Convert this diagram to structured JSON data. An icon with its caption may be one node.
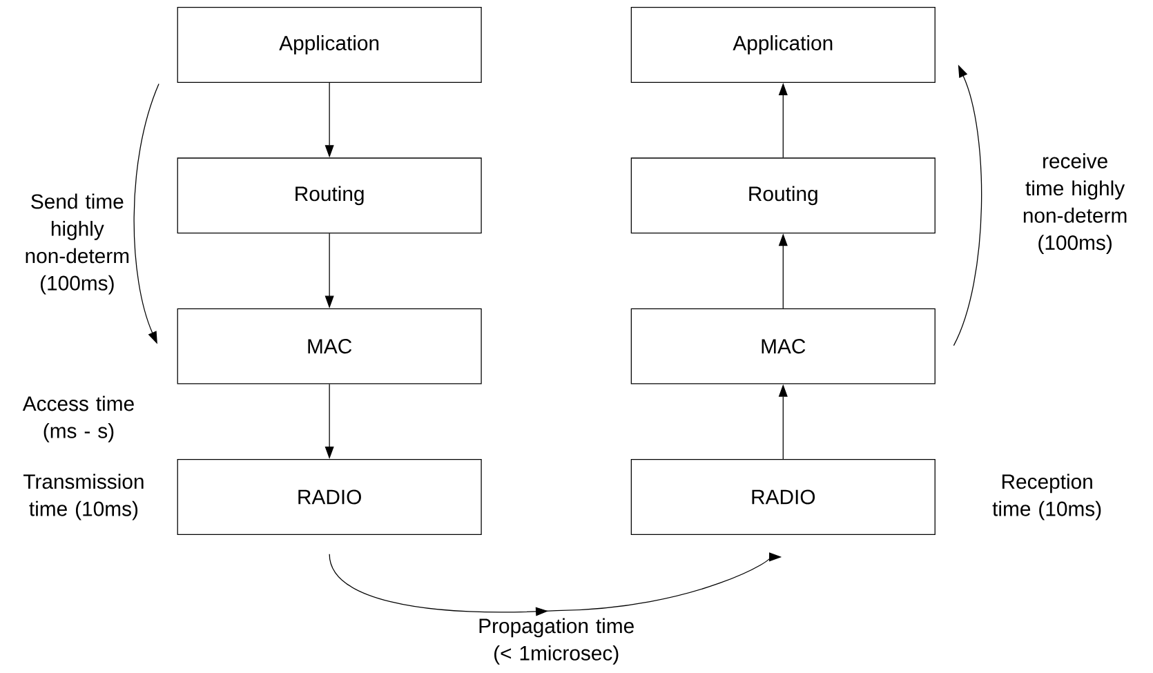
{
  "diagram": {
    "nodes": [
      {
        "text": [
          "Application"
        ]
      },
      {
        "text": [
          "Routing"
        ]
      },
      {
        "text": [
          "MAC"
        ]
      },
      {
        "text": [
          "RADIO"
        ]
      },
      {
        "text": [
          "Application"
        ]
      },
      {
        "text": [
          "Routing"
        ]
      },
      {
        "text": [
          "MAC"
        ]
      },
      {
        "text": [
          "RADIO"
        ]
      }
    ],
    "edges": [
      {
        "from": 0,
        "to": 1,
        "arrow": "to"
      },
      {
        "from": 1,
        "to": 2,
        "arrow": "to"
      },
      {
        "from": 2,
        "to": 3,
        "arrow": "to"
      },
      {
        "from": 7,
        "to": 6,
        "arrow": "to"
      },
      {
        "from": 6,
        "to": 5,
        "arrow": "to"
      },
      {
        "from": 5,
        "to": 4,
        "arrow": "to"
      },
      {
        "from": 3,
        "to": 7,
        "arrow": "to",
        "label": "Propagation time (< 1microsec)"
      }
    ],
    "labels": [
      "receive time highly non-determ (100ms)",
      "Send time highly non-determ (100ms)",
      "Access time (ms - s)",
      "Transmission time (10ms)",
      "Reception time (10ms)"
    ]
  }
}
